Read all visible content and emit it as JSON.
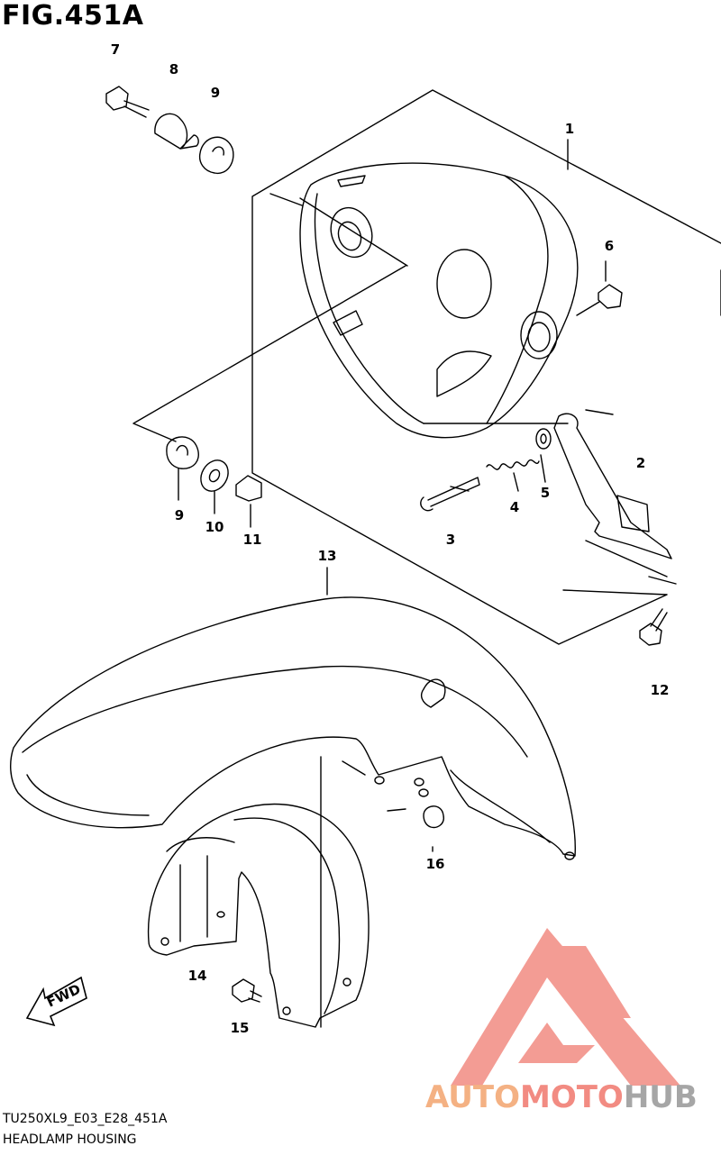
{
  "figure": {
    "title": "FIG.451A",
    "code": "TU250XL9_E03_E28_451A",
    "name": "HEADLAMP HOUSING"
  },
  "callouts": [
    {
      "id": "1",
      "label": "1"
    },
    {
      "id": "2",
      "label": "2"
    },
    {
      "id": "3",
      "label": "3"
    },
    {
      "id": "4",
      "label": "4"
    },
    {
      "id": "5",
      "label": "5"
    },
    {
      "id": "6",
      "label": "6"
    },
    {
      "id": "7",
      "label": "7"
    },
    {
      "id": "8",
      "label": "8"
    },
    {
      "id": "9a",
      "label": "9"
    },
    {
      "id": "9b",
      "label": "9"
    },
    {
      "id": "10",
      "label": "10"
    },
    {
      "id": "11",
      "label": "11"
    },
    {
      "id": "12",
      "label": "12"
    },
    {
      "id": "13",
      "label": "13"
    },
    {
      "id": "14",
      "label": "14"
    },
    {
      "id": "15",
      "label": "15"
    },
    {
      "id": "16",
      "label": "16"
    }
  ],
  "fwd_arrow": {
    "label": "FWD"
  },
  "watermark": {
    "part1": "AUTO",
    "part2": "MOTO",
    "part3": "HUB",
    "color_part1": "#f4b183",
    "color_part2": "#f28b82",
    "color_part3": "#a6a6a6",
    "logo_color": "#f28b82"
  }
}
